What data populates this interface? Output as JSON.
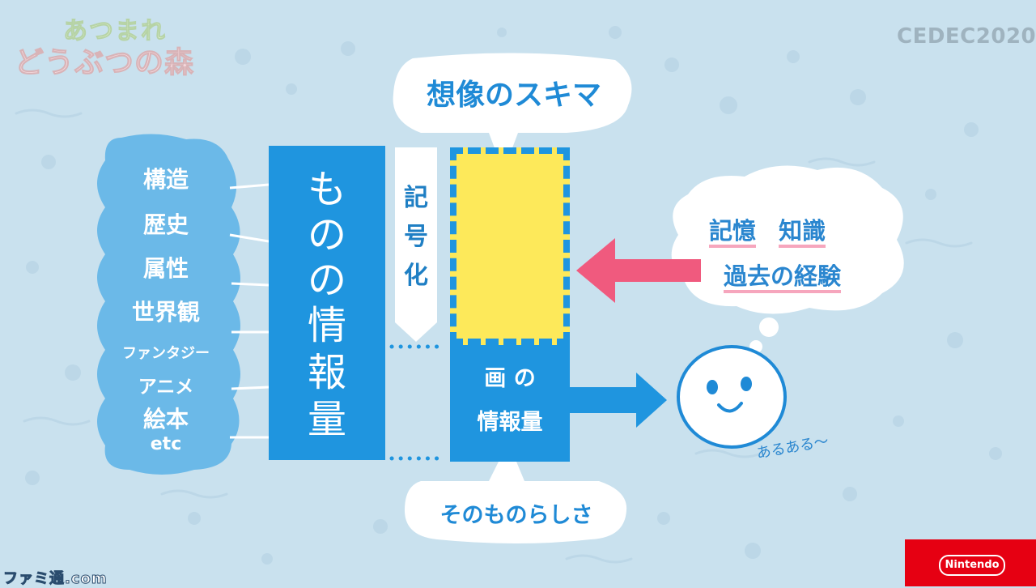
{
  "logo": {
    "line1": "あつまれ",
    "line2": "どうぶつの森"
  },
  "conference": "CEDEC2020",
  "left_cloud": {
    "items": [
      "構造",
      "歴史",
      "属性",
      "世界観",
      "ファンタジー",
      "アニメ",
      "絵本",
      "etc"
    ]
  },
  "info_column": {
    "chars": [
      "も",
      "の",
      "の",
      "情",
      "報",
      "量"
    ]
  },
  "symbolize": {
    "chars": [
      "記",
      "号",
      "化"
    ]
  },
  "picture_box": {
    "line1": "画 の",
    "line2": "情報量"
  },
  "imagination_bubble": {
    "label": "想像のスキマ"
  },
  "essence_bubble": {
    "label": "そのものらしさ"
  },
  "thought_cloud": {
    "word1": "記憶",
    "word2": "知識",
    "word3": "過去の経験"
  },
  "face": {
    "caption": "あるある～"
  },
  "footer": {
    "brand": "Nintendo",
    "watermark": "ファミ通.com"
  },
  "colors": {
    "background": "#c9e1ee",
    "primary_blue": "#1f95df",
    "yellow": "#fde95a",
    "pink_arrow": "#f05a7e",
    "light_blue_cloud": "#6bb9e8",
    "nintendo_red": "#e60012"
  }
}
